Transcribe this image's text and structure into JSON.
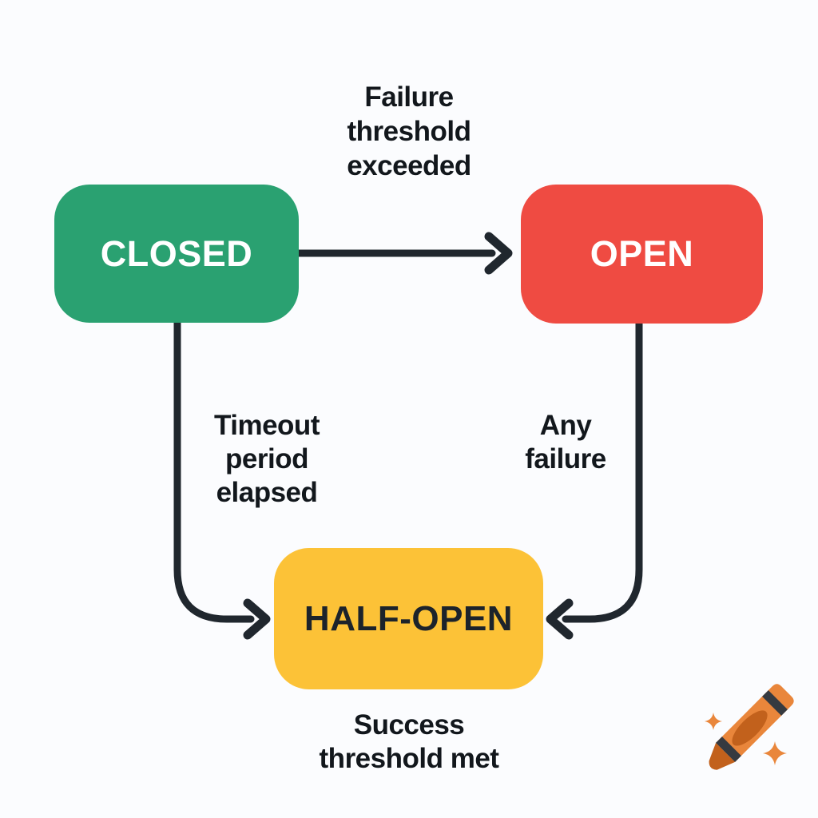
{
  "diagram": {
    "type": "state-machine",
    "subject": "circuit-breaker-states",
    "background": "#fbfcfe",
    "arrow_color": "#20272e",
    "label_text_color": "#12171c",
    "states": [
      {
        "id": "closed",
        "label": "CLOSED",
        "fill": "#2aa171",
        "text_color": "#ffffff"
      },
      {
        "id": "open",
        "label": "OPEN",
        "fill": "#ef4b42",
        "text_color": "#ffffff"
      },
      {
        "id": "half-open",
        "label": "HALF-OPEN",
        "fill": "#fcc237",
        "text_color": "#1c232b"
      }
    ],
    "transitions": [
      {
        "from": "CLOSED",
        "to": "OPEN",
        "label": "Failure\nthreshold\nexceeded"
      },
      {
        "from": "CLOSED",
        "to": "HALF-OPEN",
        "label": "Timeout\nperiod\nelapsed"
      },
      {
        "from": "OPEN",
        "to": "HALF-OPEN",
        "label": "Any\nfailure"
      },
      {
        "label": "Success\nthreshold met"
      }
    ],
    "watermark": {
      "icon": "crayon-icon",
      "crayon_color": "#e9863b",
      "crayon_dark_color": "#c2611c",
      "stripe_color": "#363a40",
      "sparkle_color": "#e9863b"
    }
  }
}
